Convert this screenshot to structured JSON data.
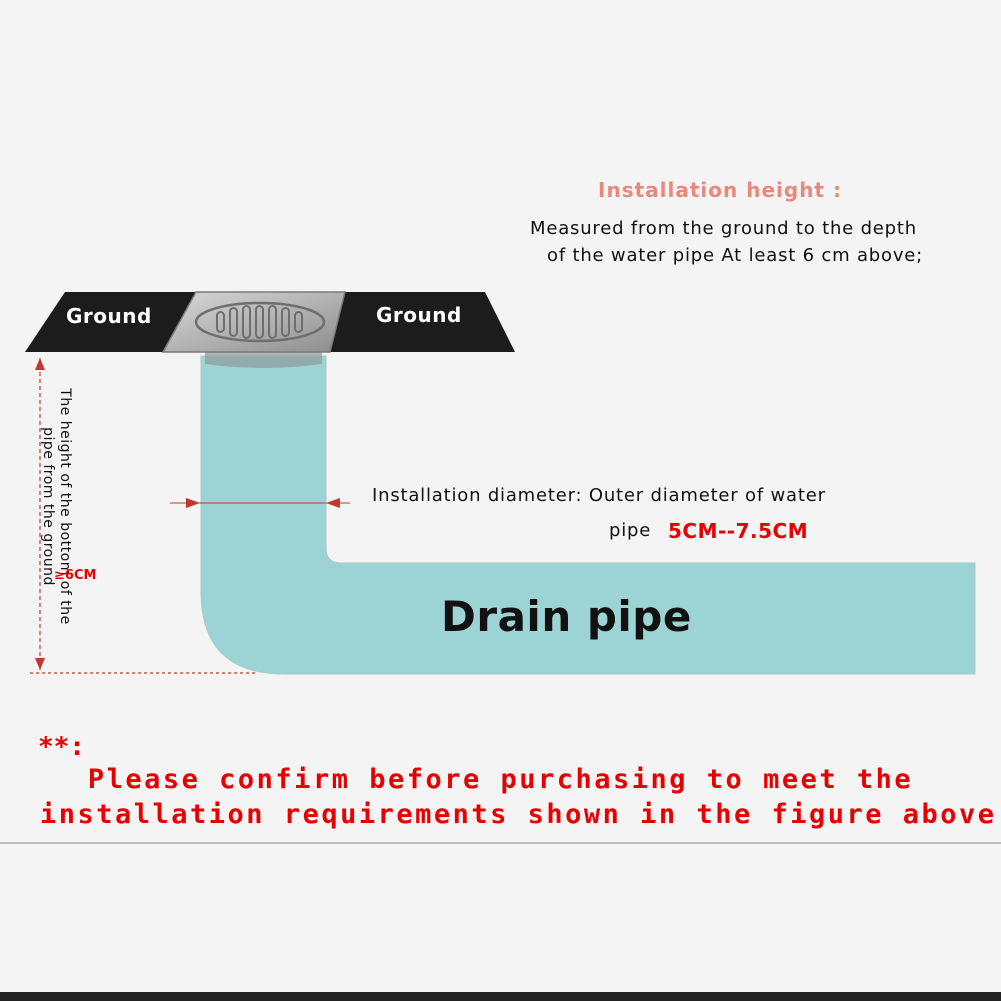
{
  "colors": {
    "pipe": "#9cd4d6",
    "ground": "#1f1f1f",
    "accent_red": "#e60000",
    "title_pink": "#e8897f",
    "dim_line": "#c0392b"
  },
  "header": {
    "title": "Installation height :",
    "line1": "Measured from the ground to the depth",
    "line2": "of the water pipe At least 6 cm above;"
  },
  "ground": {
    "left_label": "Ground",
    "right_label": "Ground"
  },
  "diameter": {
    "line1": "Installation diameter: Outer diameter of water",
    "line2": "pipe",
    "value": "5CM--7.5CM"
  },
  "pipe": {
    "label": "Drain pipe"
  },
  "height_dim": {
    "label": "The height of the bottom of the pipe from the ground",
    "value": "≥6CM"
  },
  "note": {
    "marker": "**:",
    "line1": "Please confirm before purchasing to meet the",
    "line2": "installation requirements shown in the figure above"
  },
  "icons": [
    "drain-grate-icon",
    "arrow-right-icon",
    "arrow-left-icon",
    "arrow-up-icon",
    "arrow-down-icon"
  ]
}
